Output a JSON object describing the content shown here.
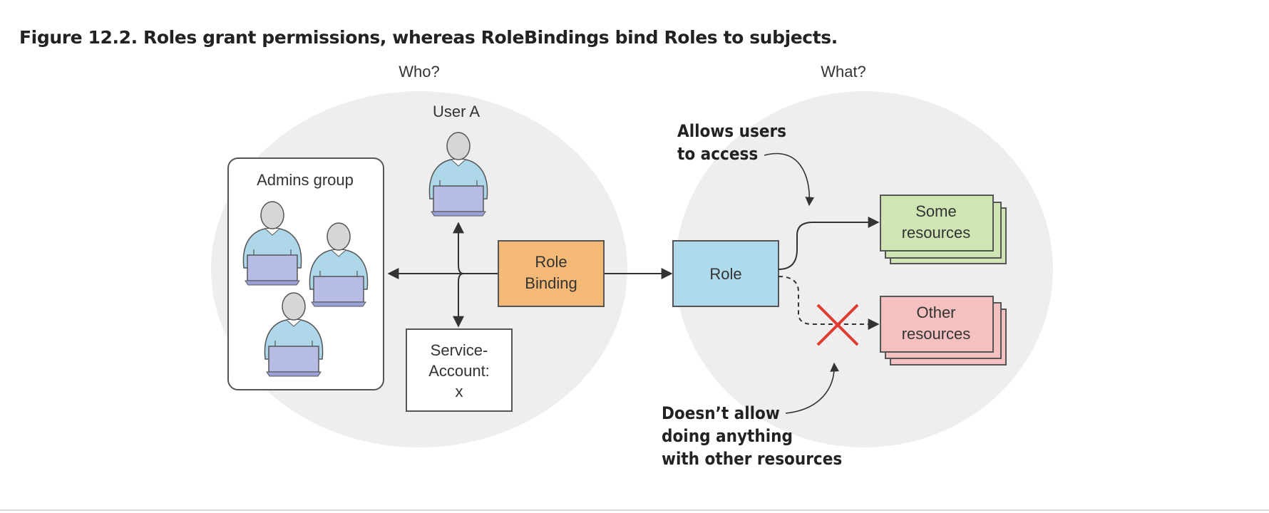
{
  "figure": {
    "title": "Figure 12.2. Roles grant permissions, whereas RoleBindings bind Roles to subjects."
  },
  "diagram": {
    "who_label": "Who?",
    "what_label": "What?",
    "user_a": "User A",
    "admins_group": "Admins group",
    "role_binding": [
      "Role",
      "Binding"
    ],
    "role": "Role",
    "service_account": [
      "Service-",
      "Account:",
      "x"
    ],
    "some_resources": [
      "Some",
      "resources"
    ],
    "other_resources": [
      "Other",
      "resources"
    ],
    "note_allows": [
      "Allows users",
      "to access"
    ],
    "note_disallows": [
      "Doesn’t allow",
      "doing anything",
      "with other resources"
    ]
  },
  "colors": {
    "circle_bg": "#eeeeef",
    "person_body": "#aed8ea",
    "person_head": "#d6d6d6",
    "laptop": "#b6bce6",
    "role_binding_fill": "#f4b976",
    "role_fill": "#aedaeb",
    "some_resources_fill": "#cfe5b4",
    "other_resources_fill": "#f4c0c0",
    "deny_cross": "#e23a2e"
  }
}
